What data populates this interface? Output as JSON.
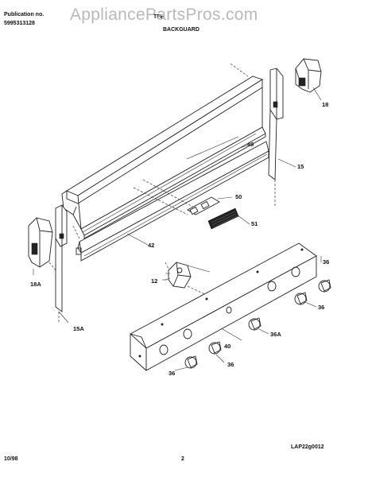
{
  "header": {
    "publication_label": "Publication no.",
    "publication_number": "5995313128",
    "model_partial": "TFE",
    "section_title": "BACKGUARD"
  },
  "watermark": "AppliancePartsPros.com",
  "part_labels": [
    "18",
    "49",
    "15",
    "50",
    "51",
    "42",
    "18A",
    "36",
    "12",
    "36",
    "15A",
    "36A",
    "40",
    "36",
    "36"
  ],
  "footer": {
    "date": "10/98",
    "page_number": "2",
    "drawing_code": "LAP22g0012"
  }
}
